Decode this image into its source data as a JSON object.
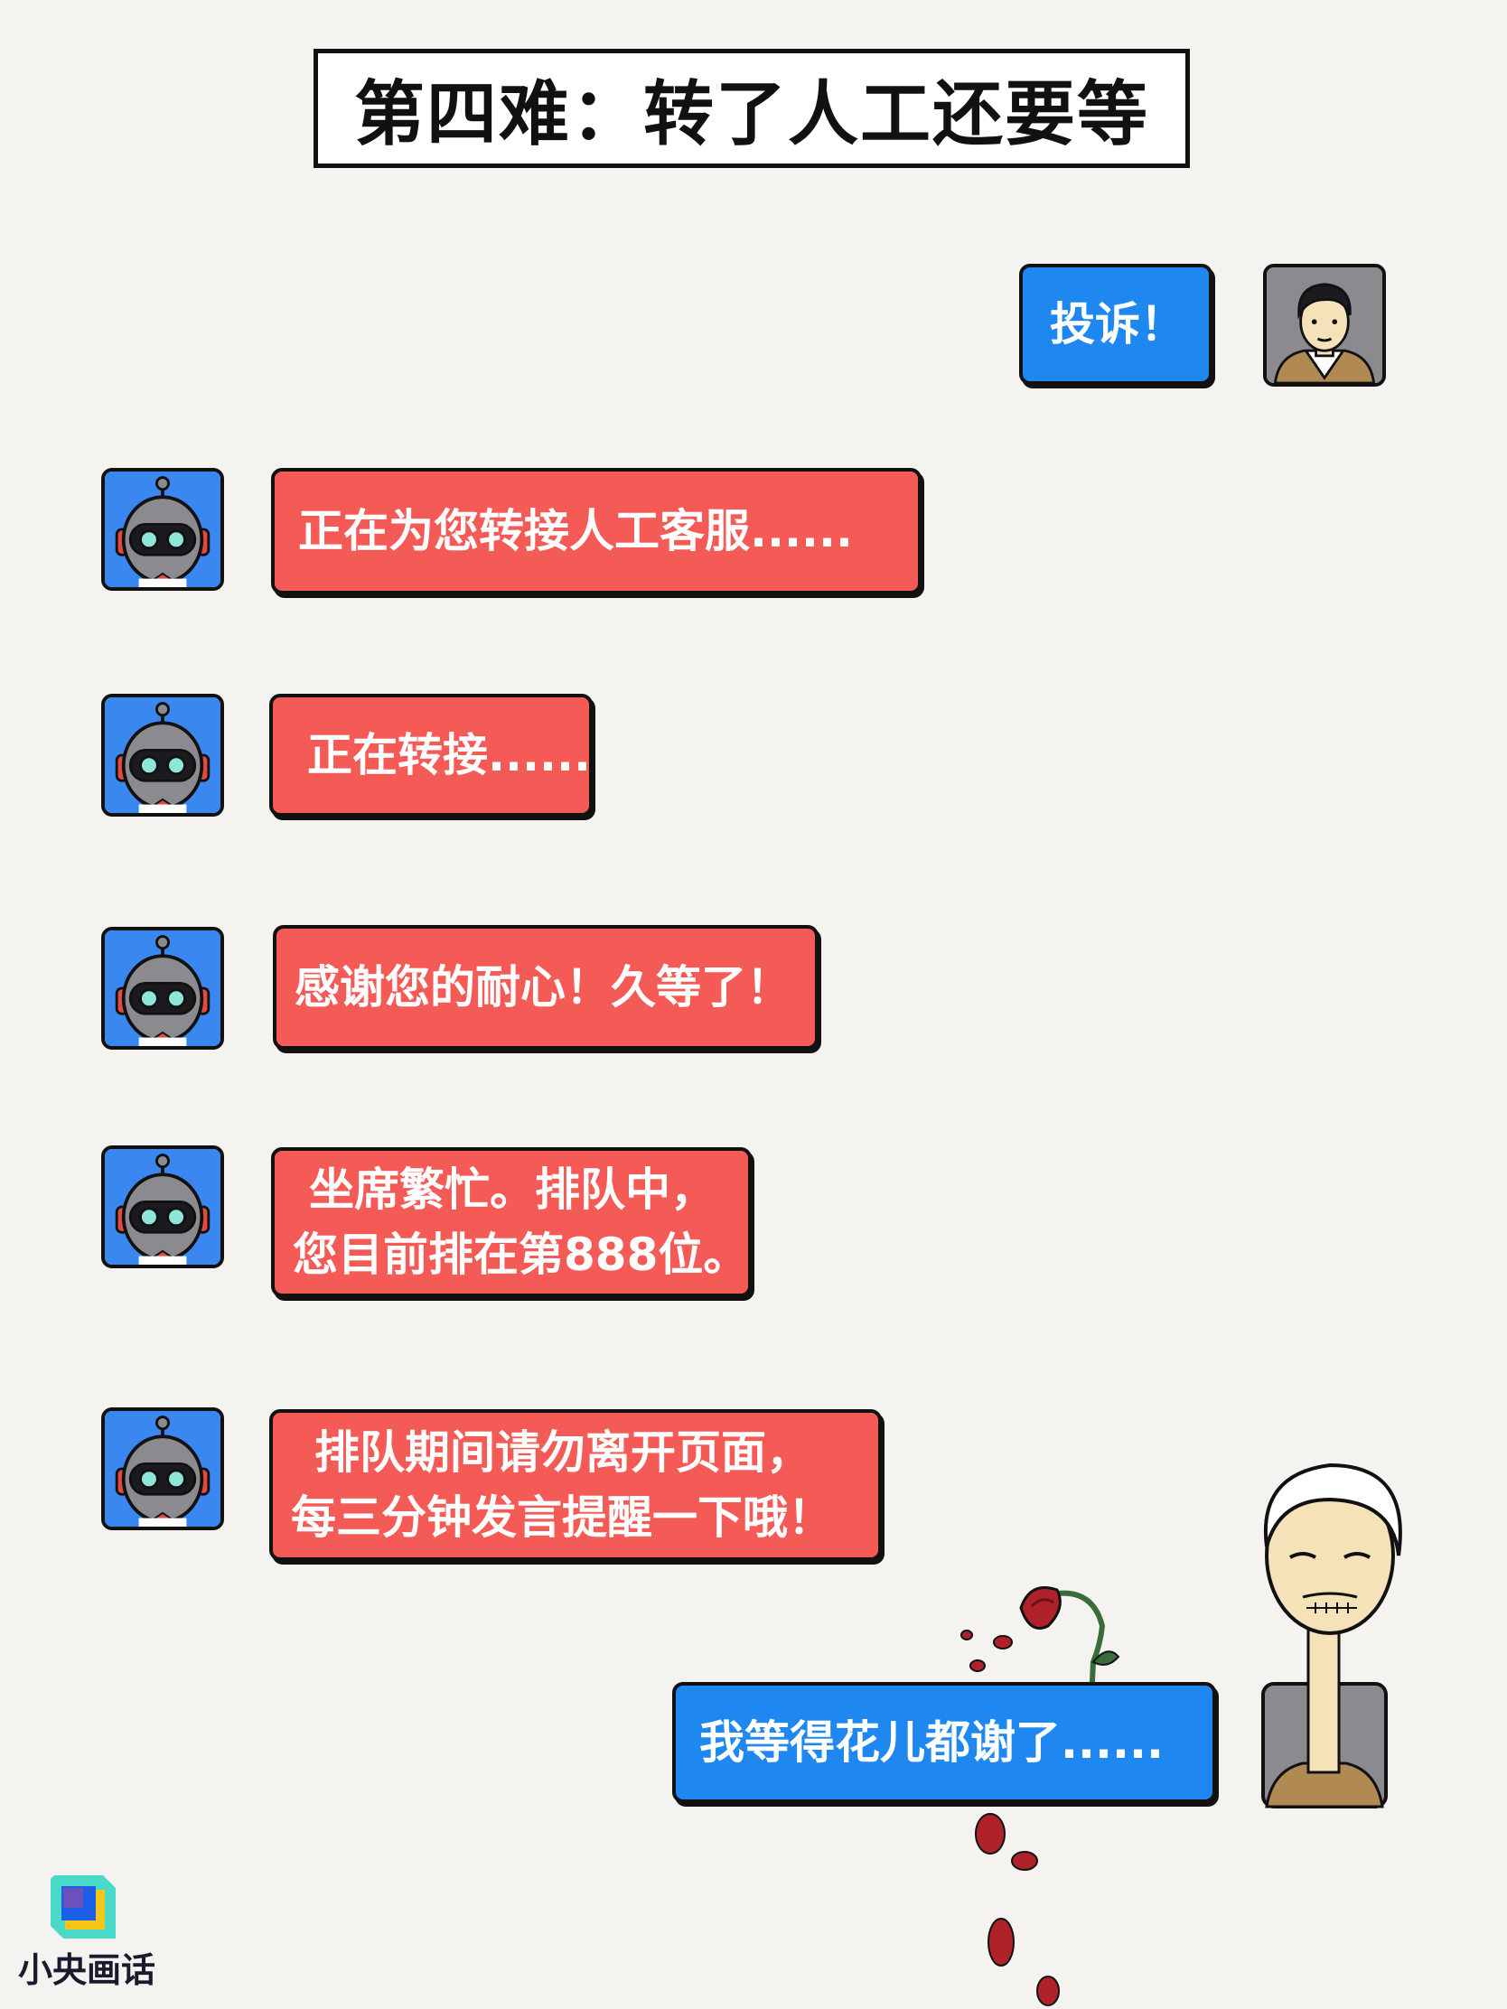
{
  "title": "第四难：转了人工还要等",
  "messages": {
    "user_1": {
      "lines": [
        "投诉！"
      ]
    },
    "bot_1": {
      "lines": [
        "正在为您转接人工客服......"
      ]
    },
    "bot_2": {
      "lines": [
        "正在转接......"
      ]
    },
    "bot_3": {
      "lines": [
        "感谢您的耐心！久等了！"
      ]
    },
    "bot_4": {
      "lines": [
        "坐席繁忙。排队中，",
        "您目前排在第888位。"
      ]
    },
    "bot_5": {
      "lines": [
        "排队期间请勿离开页面，",
        "每三分钟发言提醒一下哦！"
      ]
    },
    "user_2": {
      "lines": [
        "我等得花儿都谢了......"
      ]
    }
  },
  "logo": {
    "text": "小央画话"
  },
  "colors": {
    "background": "#f4f3f0",
    "bot_bubble": "#f45b57",
    "user_bubble": "#1e88f0",
    "bot_avatar_bg": "#3b87f0"
  }
}
